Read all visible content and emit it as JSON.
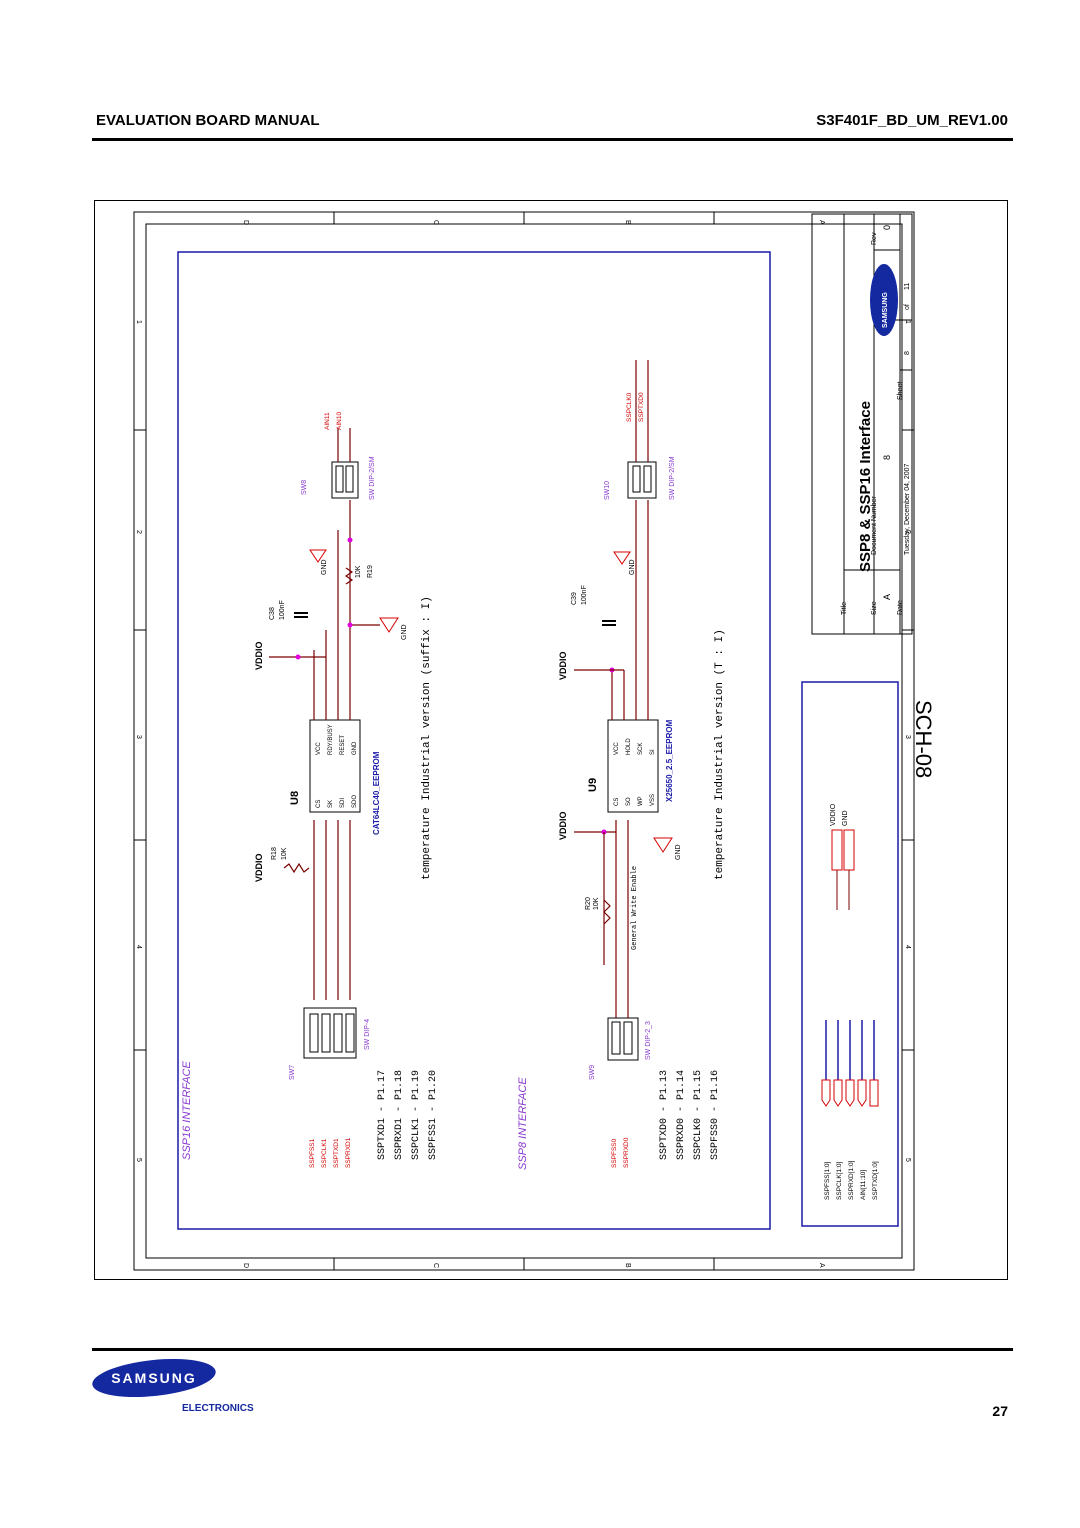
{
  "header": {
    "left": "EVALUATION BOARD MANUAL",
    "right": "S3F401F_BD_UM_REV1.00"
  },
  "schematic": {
    "sheet_label": "SCH-08",
    "title_block": {
      "title_label": "Title",
      "title": "SSP8 & SSP16 Interface",
      "size_label": "Size",
      "size": "A",
      "doc_label": "Document Number",
      "doc_number": "8",
      "rev_label": "Rev",
      "rev": "0",
      "date_label": "Date",
      "date": "Tuesday, December 04, 2007",
      "sheet_label": "Sheet",
      "sheet": "8",
      "of_label": "of",
      "of": "11",
      "brand": "SAMSUNG"
    },
    "border_letters": [
      "D",
      "C",
      "B",
      "A"
    ],
    "border_numbers": [
      "5",
      "4",
      "3",
      "2",
      "1"
    ],
    "ssp16": {
      "section": "SSP16 INTERFACE",
      "switch": "SW7",
      "switch_type": "SW DIP-4",
      "signals": [
        "SSPFSS1",
        "SSPCLK1",
        "SSPTXD1",
        "SSPRXD1"
      ],
      "port_map": [
        "SSPTXD1 - P1.17",
        "SSPRXD1 - P1.18",
        "SSPCLK1 - P1.19",
        "SSPFSS1 - P1.20"
      ],
      "chip_ref": "U8",
      "chip": "CAT64LC40_EEPROM",
      "left_pins": [
        "CS",
        "SK",
        "SDI",
        "SDO"
      ],
      "right_pins": [
        "VCC",
        "RDY/BUSY",
        "RESET",
        "GND"
      ],
      "resistor_ref": "R18",
      "resistor_val": "10K",
      "cap_ref": "C38",
      "cap_val": "100nF",
      "r19_ref": "R19",
      "r19_val": "10K",
      "sw8": "SW8",
      "sw8_type": "SW DIP-2/SM",
      "ain": [
        "AIN11",
        "AIN10"
      ],
      "note": "temperature Industrial version (suffix : I)",
      "vddio": "VDDIO",
      "gnd": "GND"
    },
    "ssp8": {
      "section": "SSP8 INTERFACE",
      "switch": "SW9",
      "switch_type": "SW DIP-2_3",
      "signals": [
        "SSPFSS0",
        "SSPRXD0"
      ],
      "port_map": [
        "SSPTXD0 - P1.13",
        "SSPRXD0 - P1.14",
        "SSPCLK0 - P1.15",
        "SSPFSS0 - P1.16"
      ],
      "chip_ref": "U9",
      "chip": "X25650_2.5_EEPROM",
      "left_pins": [
        "CS",
        "SO",
        "WP",
        "VSS"
      ],
      "right_pins": [
        "VCC",
        "HOLD",
        "SCK",
        "SI"
      ],
      "resistor_ref": "R20",
      "resistor_val": "10K",
      "cap_ref": "C39",
      "cap_val": "100nF",
      "sw10": "SW10",
      "sw10_type": "SW DIP-2/SM",
      "outputs": [
        "SSPCLK0",
        "SSPTXD0"
      ],
      "general": "General Write Enable",
      "note": "temperature Industrial version (T : I)",
      "vddio": "VDDIO",
      "gnd": "GND"
    },
    "legend": {
      "power": [
        "VDDIO",
        "GND"
      ],
      "buses": [
        "SSPFSS[1:0]",
        "SSPCLK[1:0]",
        "SSPRXD[1:0]",
        "AIN[11:10]",
        "SSPTXD[1:0]"
      ]
    }
  },
  "footer": {
    "logo": "SAMSUNG",
    "logo_sub": "ELECTRONICS",
    "page": "27"
  },
  "colors": {
    "wire": "#000000",
    "net_red": "#d40000",
    "section_purple": "#8a3bd0",
    "wire_dark_red": "#7a0000",
    "frame_blue": "#1a1aa8",
    "junction": "#e000e0",
    "samsung_blue": "#1428a0"
  }
}
